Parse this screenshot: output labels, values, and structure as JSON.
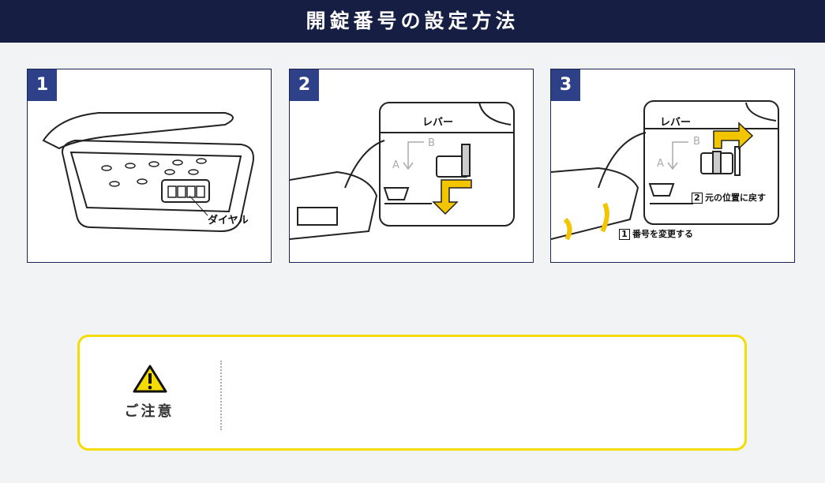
{
  "header": {
    "title": "開錠番号の設定方法"
  },
  "steps": [
    {
      "number": "1",
      "labels": {
        "dial": "ダイヤル"
      }
    },
    {
      "number": "2",
      "labels": {
        "lever": "レバー",
        "b": "B",
        "a": "A"
      }
    },
    {
      "number": "3",
      "labels": {
        "lever": "レバー",
        "b": "B",
        "a": "A",
        "step2_num": "2",
        "step2": "元の位置に戻す",
        "step1_num": "1",
        "step1": "番号を変更する"
      }
    }
  ],
  "caution": {
    "label": "ご注意",
    "icon": "warning-triangle-icon"
  },
  "colors": {
    "header": "#161e44",
    "badge": "#2e4088",
    "accent": "#f5dc00",
    "arrow": "#f2c500"
  }
}
